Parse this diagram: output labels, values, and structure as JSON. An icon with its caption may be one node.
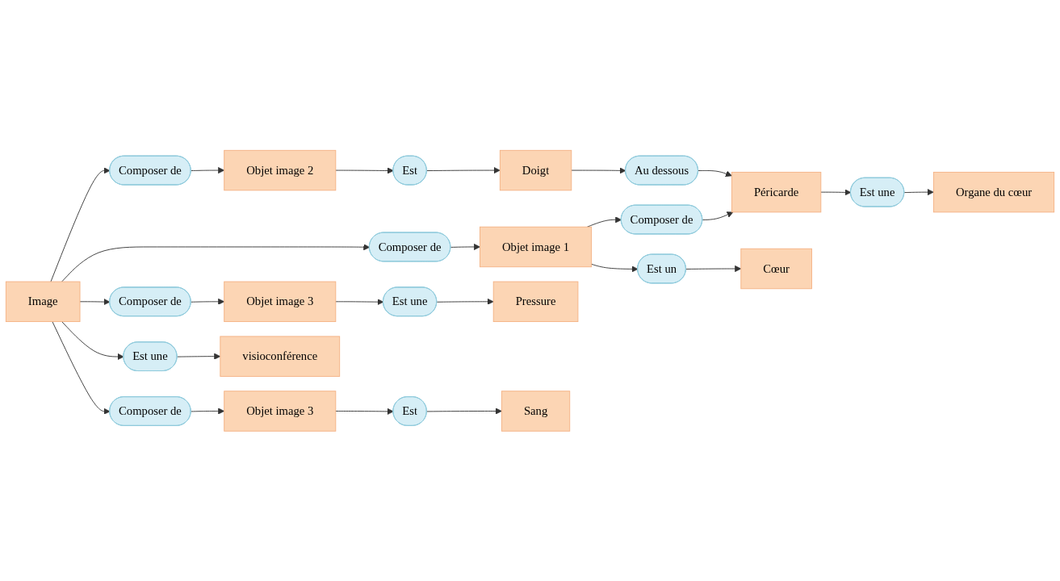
{
  "diagram": {
    "nodes": [
      {
        "text": [
          "Image"
        ]
      },
      {
        "text": [
          "Composer de"
        ]
      },
      {
        "text": [
          "Objet image 1"
        ]
      },
      {
        "text": [
          "Composer de"
        ]
      },
      {
        "text": [
          "Péricarde"
        ]
      },
      {
        "text": [
          "Est un"
        ]
      },
      {
        "text": [
          "Cœur"
        ]
      },
      {
        "text": [
          "Doigt"
        ]
      },
      {
        "text": [
          "Au dessous"
        ]
      },
      {
        "text": [
          "Composer de"
        ]
      },
      {
        "text": [
          "Objet image 2"
        ]
      },
      {
        "text": [
          "Est"
        ]
      },
      {
        "text": [
          "Est une"
        ]
      },
      {
        "text": [
          "Est une"
        ]
      },
      {
        "text": [
          "Organe du cœur"
        ]
      },
      {
        "text": [
          "Composer de"
        ]
      },
      {
        "text": [
          "Objet image 3"
        ]
      },
      {
        "text": [
          "Est une"
        ]
      },
      {
        "text": [
          "Pressure"
        ]
      },
      {
        "text": [
          "Composer de"
        ]
      },
      {
        "text": [
          "Objet image 3"
        ]
      },
      {
        "text": [
          "Est"
        ]
      },
      {
        "text": [
          "Sang"
        ]
      },
      {
        "text": [
          "visioconférence"
        ]
      }
    ],
    "edges": [
      {
        "from": 0,
        "to": 1,
        "arrow": "to"
      },
      {
        "from": 1,
        "to": 2,
        "arrow": "to"
      },
      {
        "from": 2,
        "to": 3,
        "arrow": "to"
      },
      {
        "from": 3,
        "to": 4,
        "arrow": "to"
      },
      {
        "from": 2,
        "to": 5,
        "arrow": "to"
      },
      {
        "from": 5,
        "to": 6,
        "arrow": "to"
      },
      {
        "from": 0,
        "to": 13,
        "arrow": "to"
      },
      {
        "from": 13,
        "to": 23,
        "arrow": "to"
      },
      {
        "from": 0,
        "to": 9,
        "arrow": "to"
      },
      {
        "from": 9,
        "to": 10,
        "arrow": "to"
      },
      {
        "from": 10,
        "to": 11,
        "arrow": "to"
      },
      {
        "from": 11,
        "to": 7,
        "arrow": "to"
      },
      {
        "from": 7,
        "to": 8,
        "arrow": "to"
      },
      {
        "from": 8,
        "to": 4,
        "arrow": "to"
      },
      {
        "from": 4,
        "to": 12,
        "arrow": "to"
      },
      {
        "from": 12,
        "to": 14,
        "arrow": "to"
      },
      {
        "from": 0,
        "to": 15,
        "arrow": "to"
      },
      {
        "from": 15,
        "to": 16,
        "arrow": "to"
      },
      {
        "from": 16,
        "to": 17,
        "arrow": "to"
      },
      {
        "from": 17,
        "to": 18,
        "arrow": "to"
      },
      {
        "from": 0,
        "to": 19,
        "arrow": "to"
      },
      {
        "from": 19,
        "to": 20,
        "arrow": "to"
      },
      {
        "from": 20,
        "to": 21,
        "arrow": "to"
      },
      {
        "from": 21,
        "to": 22,
        "arrow": "to"
      }
    ]
  }
}
